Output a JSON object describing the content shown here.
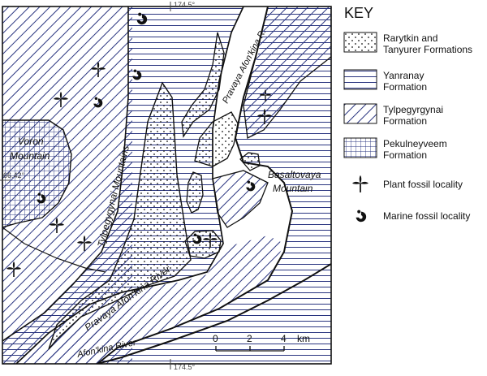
{
  "map": {
    "coords": {
      "top_longitude": "174.5°",
      "bottom_longitude": "174.5°",
      "left_latitude": "66.42°"
    },
    "labels": {
      "voron_line1": "Voron",
      "voron_line2": "Mountain",
      "tylpegygynai": "Tylpegygynai Mountains",
      "pravaya_r": "Pravaya Afon'kina R.",
      "pravaya_river": "Pravaya Afon'kina River",
      "afonkina_river": "Afon'kina River",
      "basaltovaya_line1": "Basaltovaya",
      "basaltovaya_line2": "Mountain"
    },
    "scale": {
      "ticks": [
        "0",
        "2",
        "4"
      ],
      "unit": "km"
    }
  },
  "key": {
    "title": "KEY",
    "items": [
      {
        "id": "rarytkin",
        "line1": "Rarytkin and",
        "line2": "Tanyurer Formations",
        "pattern": "dots"
      },
      {
        "id": "yanranay",
        "line1": "Yanranay",
        "line2": "Formation",
        "pattern": "horizontal-lines"
      },
      {
        "id": "tylpegyrgynai",
        "line1": "Tylpegyrgynai",
        "line2": "Formation",
        "pattern": "diagonal-lines"
      },
      {
        "id": "pekulneyveem",
        "line1": "Pekulneyveem",
        "line2": "Formation",
        "pattern": "grid"
      },
      {
        "id": "plant",
        "line1": "Plant fossil locality",
        "icon": "plant-fossil-icon"
      },
      {
        "id": "marine",
        "line1": "Marine fossil locality",
        "icon": "marine-fossil-icon"
      }
    ]
  },
  "colors": {
    "line": "#111111",
    "hatch": "#2a3580",
    "background": "#ffffff"
  }
}
